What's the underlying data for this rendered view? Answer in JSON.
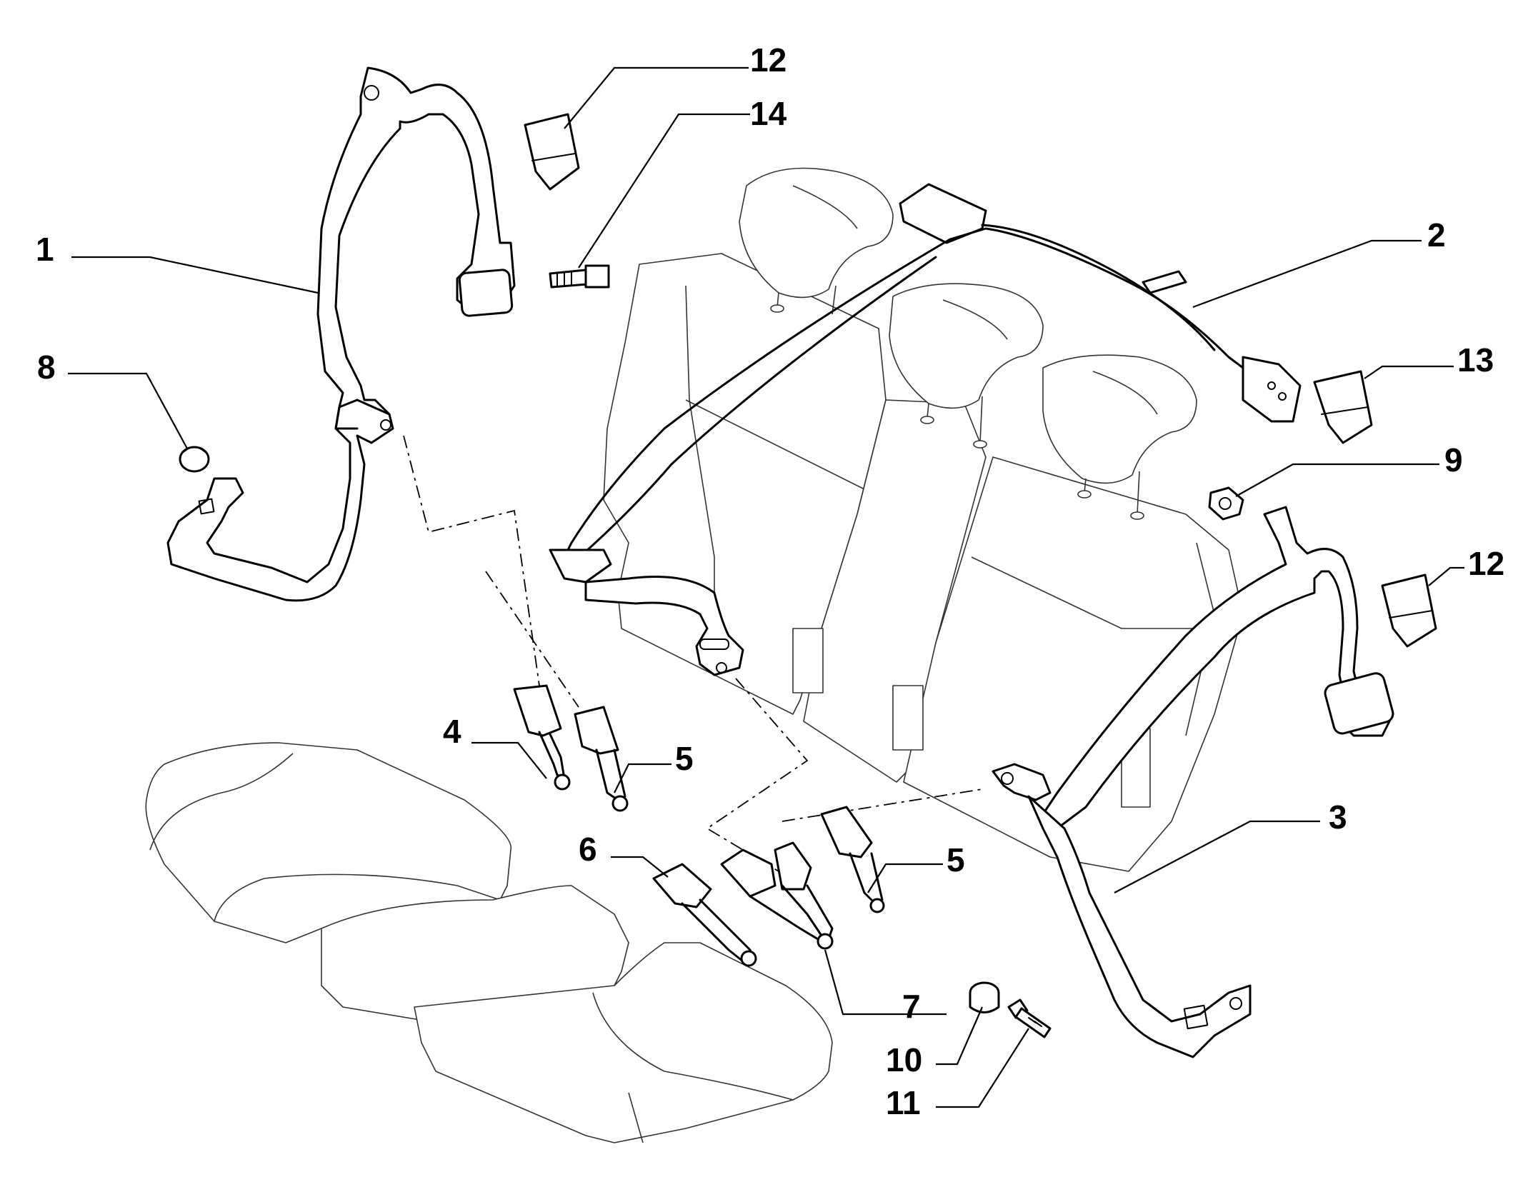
{
  "diagram": {
    "callouts": [
      {
        "id": "c1",
        "label": "1"
      },
      {
        "id": "c2",
        "label": "2"
      },
      {
        "id": "c3",
        "label": "3"
      },
      {
        "id": "c4",
        "label": "4"
      },
      {
        "id": "c5a",
        "label": "5"
      },
      {
        "id": "c5b",
        "label": "5"
      },
      {
        "id": "c6",
        "label": "6"
      },
      {
        "id": "c7",
        "label": "7"
      },
      {
        "id": "c8",
        "label": "8"
      },
      {
        "id": "c9",
        "label": "9"
      },
      {
        "id": "c10",
        "label": "10"
      },
      {
        "id": "c11",
        "label": "11"
      },
      {
        "id": "c12a",
        "label": "12"
      },
      {
        "id": "c12b",
        "label": "12"
      },
      {
        "id": "c13",
        "label": "13"
      },
      {
        "id": "c14",
        "label": "14"
      }
    ]
  }
}
